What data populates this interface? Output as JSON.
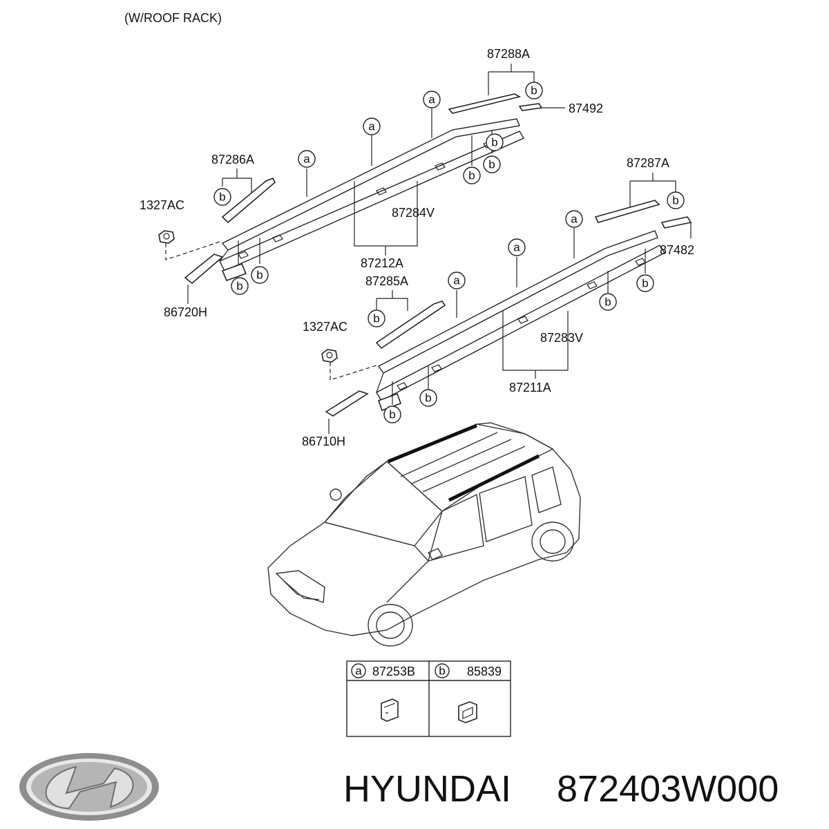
{
  "header": {
    "caption": "(W/ROOF RACK)"
  },
  "part_labels": {
    "p87288A": "87288A",
    "p87492": "87492",
    "p87286A": "87286A",
    "p1327AC_top": "1327AC",
    "p87284V": "87284V",
    "p87212A": "87212A",
    "p86720H": "86720H",
    "p87287A": "87287A",
    "p87482": "87482",
    "p87285A": "87285A",
    "p1327AC_bottom": "1327AC",
    "p87283V": "87283V",
    "p87211A": "87211A",
    "p86710H": "86710H"
  },
  "callout_letters": {
    "a": "a",
    "b": "b"
  },
  "legend": {
    "items": [
      {
        "letter": "a",
        "part": "87253B"
      },
      {
        "letter": "b",
        "part": "85839"
      }
    ]
  },
  "footer": {
    "brand": "HYUNDAI",
    "part_number": "872403W000"
  },
  "icons": [
    "hyundai-logo",
    "car-illustration",
    "clip-a-icon",
    "clip-b-icon"
  ]
}
